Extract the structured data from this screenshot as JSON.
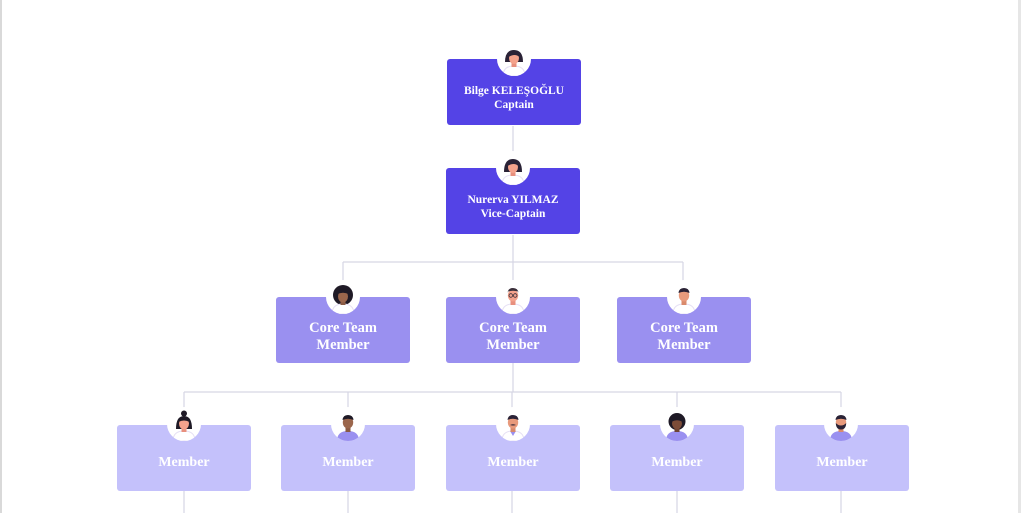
{
  "org_chart": {
    "captain": {
      "name": "Bilge KELEŞOĞLU",
      "role": "Captain",
      "avatar_icon": "woman-avatar-icon"
    },
    "vice_captain": {
      "name": "Nurerva YILMAZ",
      "role": "Vice-Captain",
      "avatar_icon": "woman-avatar-icon"
    },
    "core_team": [
      {
        "line1": "Core Team",
        "line2": "Member",
        "avatar_icon": "woman-curly-hair-avatar-icon"
      },
      {
        "line1": "Core Team",
        "line2": "Member",
        "avatar_icon": "man-glasses-avatar-icon"
      },
      {
        "line1": "Core Team",
        "line2": "Member",
        "avatar_icon": "man-avatar-icon"
      }
    ],
    "members": [
      {
        "label": "Member",
        "avatar_icon": "woman-bun-avatar-icon"
      },
      {
        "label": "Member",
        "avatar_icon": "man-avatar-icon"
      },
      {
        "label": "Member",
        "avatar_icon": "man-mustache-avatar-icon"
      },
      {
        "label": "Member",
        "avatar_icon": "woman-avatar-icon"
      },
      {
        "label": "Member",
        "avatar_icon": "man-beard-avatar-icon"
      }
    ],
    "colors": {
      "captain_box": "#5443e6",
      "core_team_box": "#9a90f0",
      "member_box": "#c4c1fb",
      "connector": "#d6d6e4",
      "text": "#ffffff"
    }
  }
}
